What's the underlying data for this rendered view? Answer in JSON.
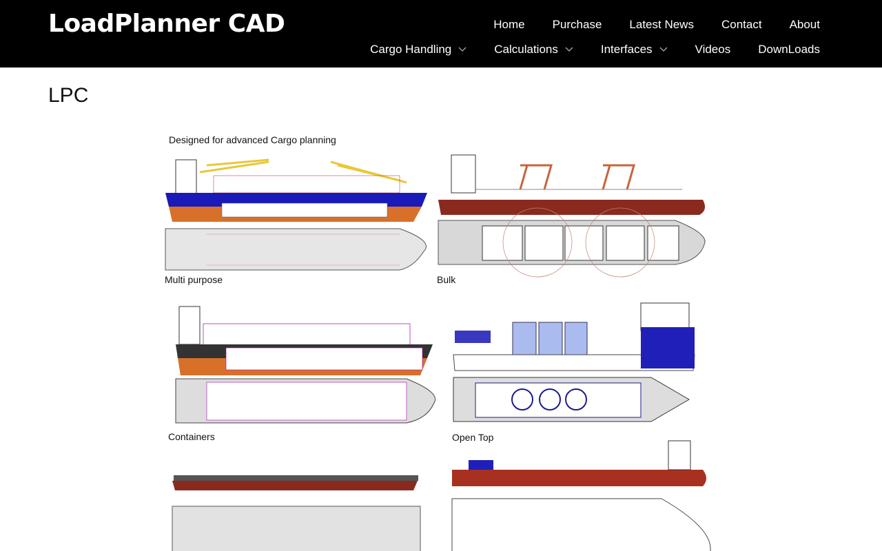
{
  "header": {
    "logo": "LoadPlanner CAD",
    "nav_primary": [
      "Home",
      "Purchase",
      "Latest News",
      "Contact",
      "About"
    ],
    "nav_secondary": [
      {
        "label": "Cargo Handling",
        "dropdown": true
      },
      {
        "label": "Calculations",
        "dropdown": true
      },
      {
        "label": "Interfaces",
        "dropdown": true
      },
      {
        "label": "Videos",
        "dropdown": false
      },
      {
        "label": "DownLoads",
        "dropdown": false
      }
    ]
  },
  "page": {
    "title": "LPC"
  },
  "figure": {
    "heading": "Designed for advanced Cargo planning",
    "captions": {
      "multi_purpose": "Multi purpose",
      "bulk": "Bulk",
      "containers": "Containers",
      "open_top": "Open Top"
    }
  },
  "colors": {
    "header_bg": "#000000",
    "hull_blue": "#1a1ab8",
    "hull_orange": "#d9702a",
    "hull_red": "#8a2a1e",
    "crane_yellow": "#e8c83a"
  }
}
